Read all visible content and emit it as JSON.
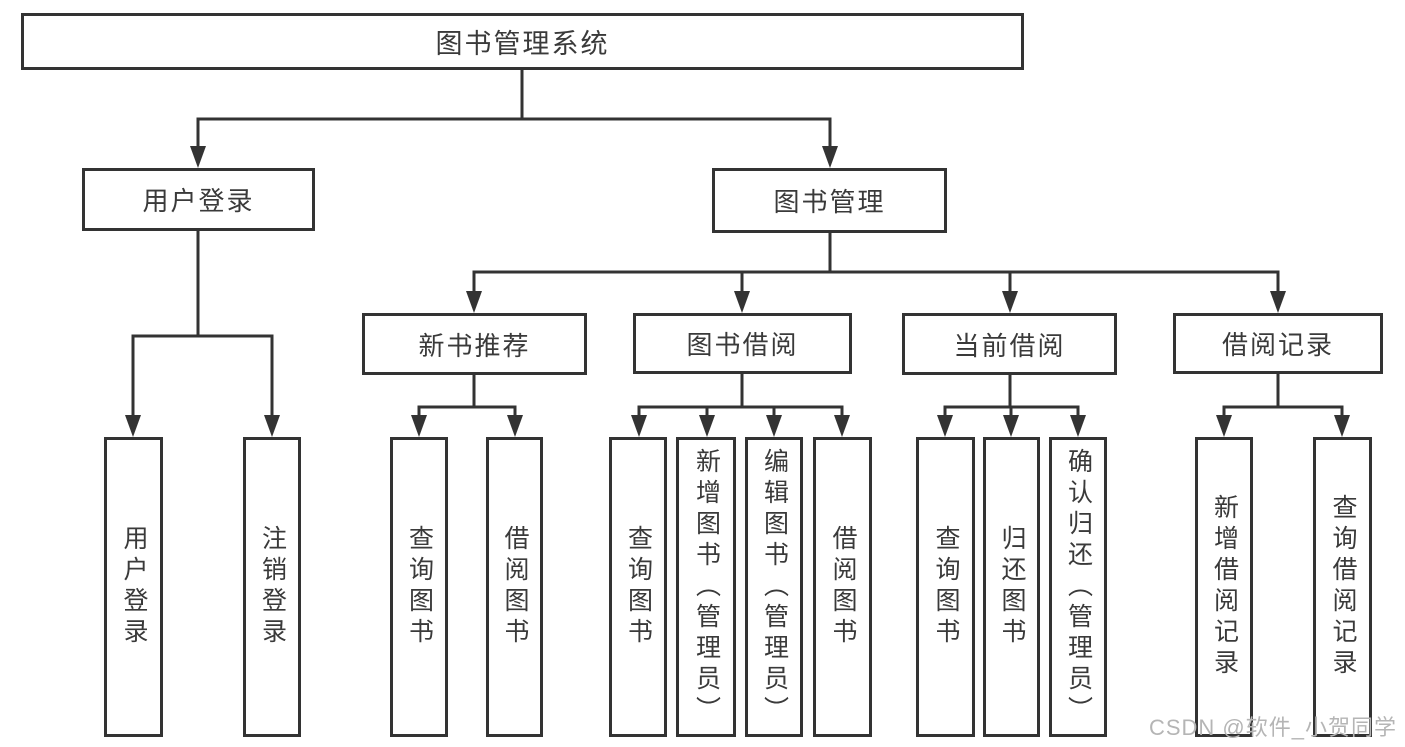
{
  "tree": {
    "label": "图书管理系统",
    "children": [
      {
        "label": "用户登录",
        "children": [
          {
            "label": "用户登录"
          },
          {
            "label": "注销登录"
          }
        ]
      },
      {
        "label": "图书管理",
        "children": [
          {
            "label": "新书推荐",
            "children": [
              {
                "label": "查询图书"
              },
              {
                "label": "借阅图书"
              }
            ]
          },
          {
            "label": "图书借阅",
            "children": [
              {
                "label": "查询图书"
              },
              {
                "label": "新增图书（管理员）"
              },
              {
                "label": "编辑图书（管理员）"
              },
              {
                "label": "借阅图书"
              }
            ]
          },
          {
            "label": "当前借阅",
            "children": [
              {
                "label": "查询图书"
              },
              {
                "label": "归还图书"
              },
              {
                "label": "确认归还（管理员）"
              }
            ]
          },
          {
            "label": "借阅记录",
            "children": [
              {
                "label": "新增借阅记录"
              },
              {
                "label": "查询借阅记录"
              }
            ]
          }
        ]
      }
    ]
  },
  "watermark": {
    "text": "CSDN @软件_小贺同学"
  },
  "colors": {
    "line": "#333333",
    "box_border": "#333333",
    "text": "#3a3a3a",
    "watermark": "#b5b5b5",
    "background": "#ffffff"
  }
}
